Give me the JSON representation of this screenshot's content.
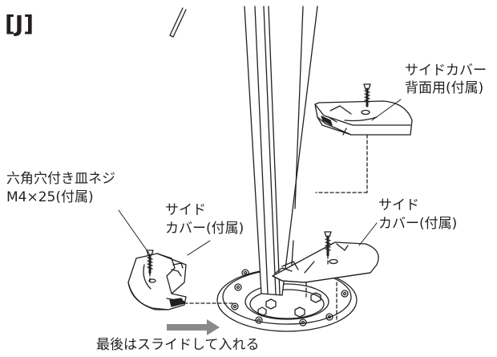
{
  "step_label": "[J]",
  "labels": {
    "rear_cover": [
      "サイドカバー",
      "背面用(付属)"
    ],
    "screw": [
      "六角穴付き皿ネジ",
      "M4×25(付属)"
    ],
    "side_cover_left": [
      "サイド",
      "カバー(付属)"
    ],
    "side_cover_right": [
      "サイド",
      "カバー(付属)"
    ],
    "instruction": "最後はスライドして入れる"
  },
  "colors": {
    "line": "#231f20",
    "arrow": "#8a8a8a",
    "fill": "#ffffff"
  },
  "icons": {
    "slide_arrow": "right-arrow-icon"
  }
}
